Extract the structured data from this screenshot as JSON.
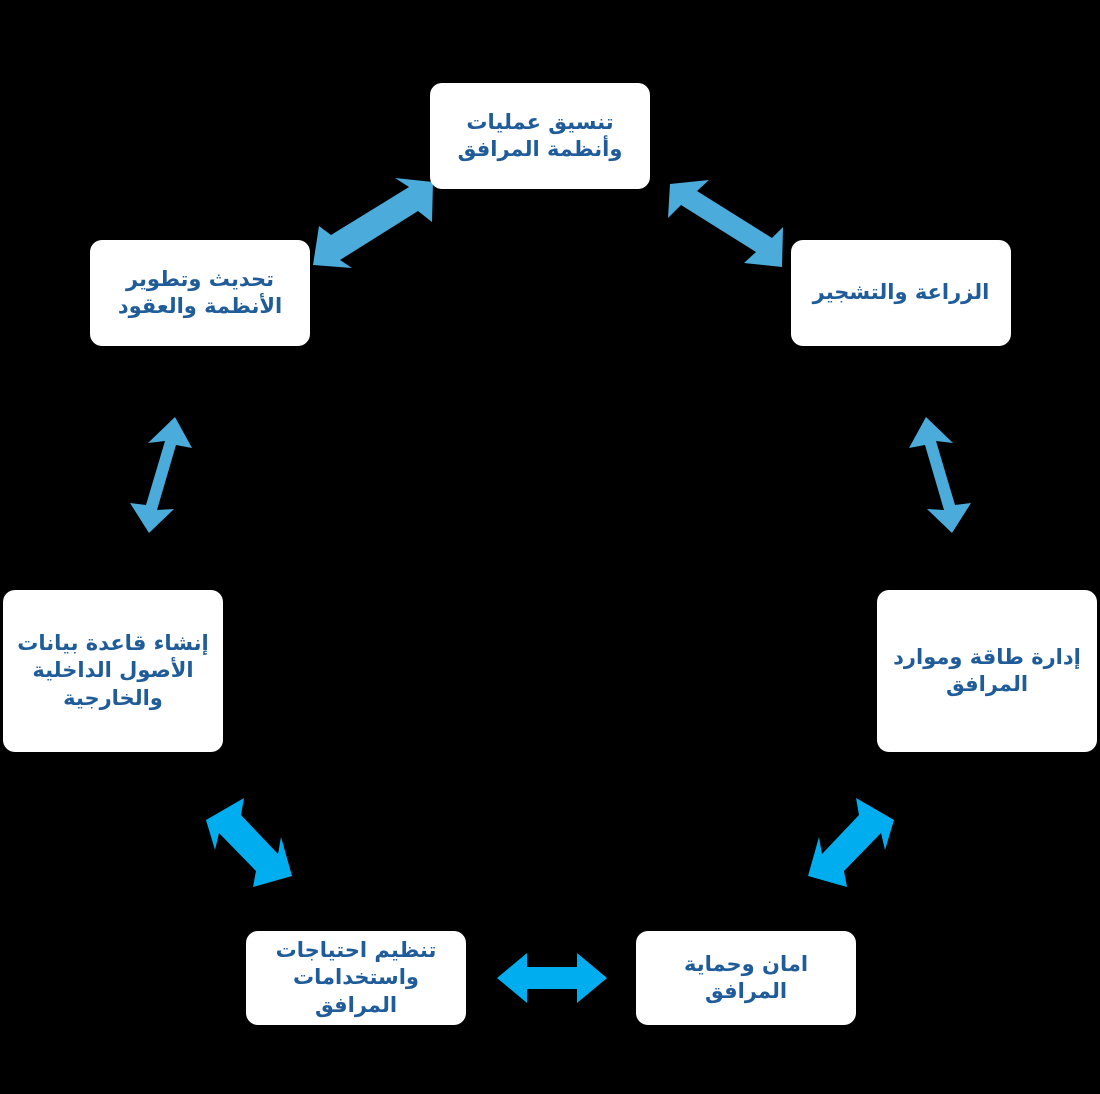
{
  "diagram": {
    "title_present": false,
    "background_color": "#000000",
    "node_fill": "#FFFFFF",
    "node_text_color": "#1F5C99",
    "arrow_color_muted": "#4BACDC",
    "arrow_color_bright": "#00AEEF",
    "nodes": [
      {
        "id": "top",
        "label": "تنسيق عمليات\nوأنظمة المرافق",
        "position": "top-center"
      },
      {
        "id": "upper-left",
        "label": "تحديث وتطوير\nالأنظمة والعقود",
        "position": "upper-left"
      },
      {
        "id": "upper-right",
        "label": "الزراعة والتشجير",
        "position": "upper-right"
      },
      {
        "id": "middle-left",
        "label": "إنشاء قاعدة بيانات\nالأصول الداخلية\nوالخارجية",
        "position": "middle-left"
      },
      {
        "id": "middle-right",
        "label": "إدارة طاقة وموارد\nالمرافق",
        "position": "middle-right"
      },
      {
        "id": "bottom-left",
        "label": "تنظيم احتياجات\nواستخدامات المرافق",
        "position": "bottom-left"
      },
      {
        "id": "bottom-right",
        "label": "امان وحماية المرافق",
        "position": "bottom-right"
      }
    ],
    "connectors": [
      {
        "id": "top-to-upper-left",
        "from": "top",
        "to": "upper-left",
        "style": "double-headed",
        "color": "#4BACDC"
      },
      {
        "id": "top-to-upper-right",
        "from": "top",
        "to": "upper-right",
        "style": "double-headed",
        "color": "#4BACDC"
      },
      {
        "id": "upper-left-to-middle-left",
        "from": "upper-left",
        "to": "middle-left",
        "style": "double-headed",
        "color": "#4BACDC"
      },
      {
        "id": "upper-right-to-middle-right",
        "from": "upper-right",
        "to": "middle-right",
        "style": "double-headed",
        "color": "#4BACDC"
      },
      {
        "id": "middle-left-to-bottom-left",
        "from": "middle-left",
        "to": "bottom-left",
        "style": "double-headed",
        "color": "#00AEEF"
      },
      {
        "id": "middle-right-to-bottom-right",
        "from": "middle-right",
        "to": "bottom-right",
        "style": "double-headed",
        "color": "#00AEEF"
      },
      {
        "id": "bottom-left-to-bottom-right",
        "from": "bottom-left",
        "to": "bottom-right",
        "style": "double-headed",
        "color": "#00AEEF"
      }
    ]
  }
}
